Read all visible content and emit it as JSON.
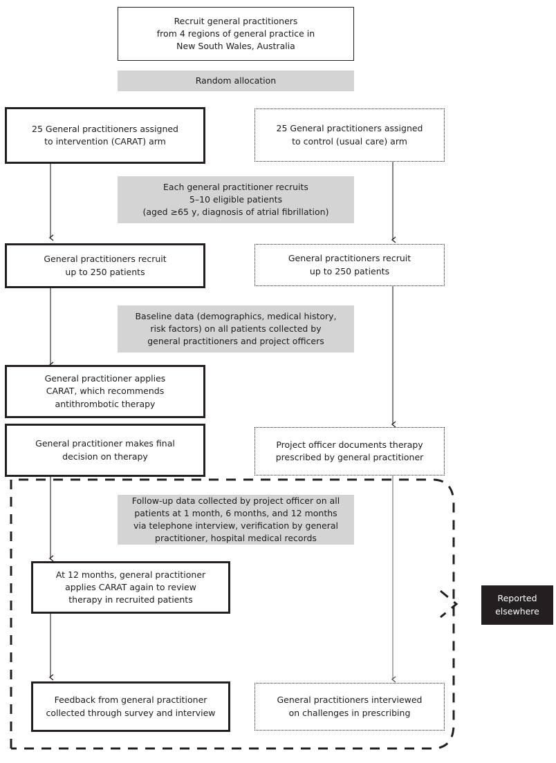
{
  "figure": {
    "type": "flow-diagram",
    "title": "CARAT cluster randomised trial flow diagram",
    "colors": {
      "ink": "#231f20",
      "grey_fill": "#d4d4d4",
      "dark_fill": "#231f20",
      "paper": "#ffffff"
    }
  },
  "nodes": {
    "recruit_gps": {
      "style": "thin-solid",
      "lines": [
        "Recruit general practitioners",
        "from 4 regions of general practice in",
        "New South Wales, Australia"
      ]
    },
    "random_allocation": {
      "style": "grey",
      "lines": [
        "Random allocation"
      ]
    },
    "intervention_arm": {
      "style": "thick-solid",
      "lines": [
        "25 General practitioners assigned",
        "to intervention (CARAT) arm"
      ]
    },
    "control_arm": {
      "style": "dotted",
      "lines": [
        "25 General practitioners assigned",
        "to control (usual care) arm"
      ]
    },
    "recruitment_criteria": {
      "style": "grey",
      "lines": [
        "Each general practitioner recruits",
        "5–10 eligible patients",
        "(aged ≥65 y, diagnosis of atrial fibrillation)"
      ]
    },
    "intervention_patients": {
      "style": "thick-solid",
      "lines": [
        "General practitioners recruit",
        "up to 250 patients"
      ]
    },
    "control_patients": {
      "style": "dotted",
      "lines": [
        "General practitioners recruit",
        "up to 250 patients"
      ]
    },
    "baseline_data": {
      "style": "grey",
      "lines": [
        "Baseline data (demographics, medical history,",
        "risk factors) on all patients collected by",
        "general practitioners and project officers"
      ]
    },
    "applies_carat": {
      "style": "thick-solid",
      "lines": [
        "General practitioner applies",
        "CARAT, which recommends",
        "antithrombotic therapy"
      ]
    },
    "final_decision": {
      "style": "thick-solid",
      "lines": [
        "General practitioner makes final",
        "decision on therapy"
      ]
    },
    "project_officer_documents": {
      "style": "dotted",
      "lines": [
        "Project officer documents therapy",
        "prescribed by general practitioner"
      ]
    },
    "followup_data": {
      "style": "grey",
      "lines": [
        "Follow-up data collected by project officer on all",
        "patients at 1 month, 6 months, and 12 months",
        "via telephone interview, verification by general",
        "practitioner, hospital medical records"
      ]
    },
    "carat_review_12m": {
      "style": "thick-solid",
      "lines": [
        "At 12 months, general practitioner",
        "applies CARAT again to review",
        "therapy in recruited patients"
      ]
    },
    "gp_feedback": {
      "style": "thick-solid",
      "lines": [
        "Feedback from general practitioner",
        "collected through survey and interview"
      ]
    },
    "gps_interviewed": {
      "style": "dotted",
      "lines": [
        "General practitioners interviewed",
        "on challenges in prescribing"
      ]
    },
    "reported_elsewhere": {
      "style": "dark",
      "lines": [
        "Reported",
        "elsewhere"
      ]
    }
  }
}
